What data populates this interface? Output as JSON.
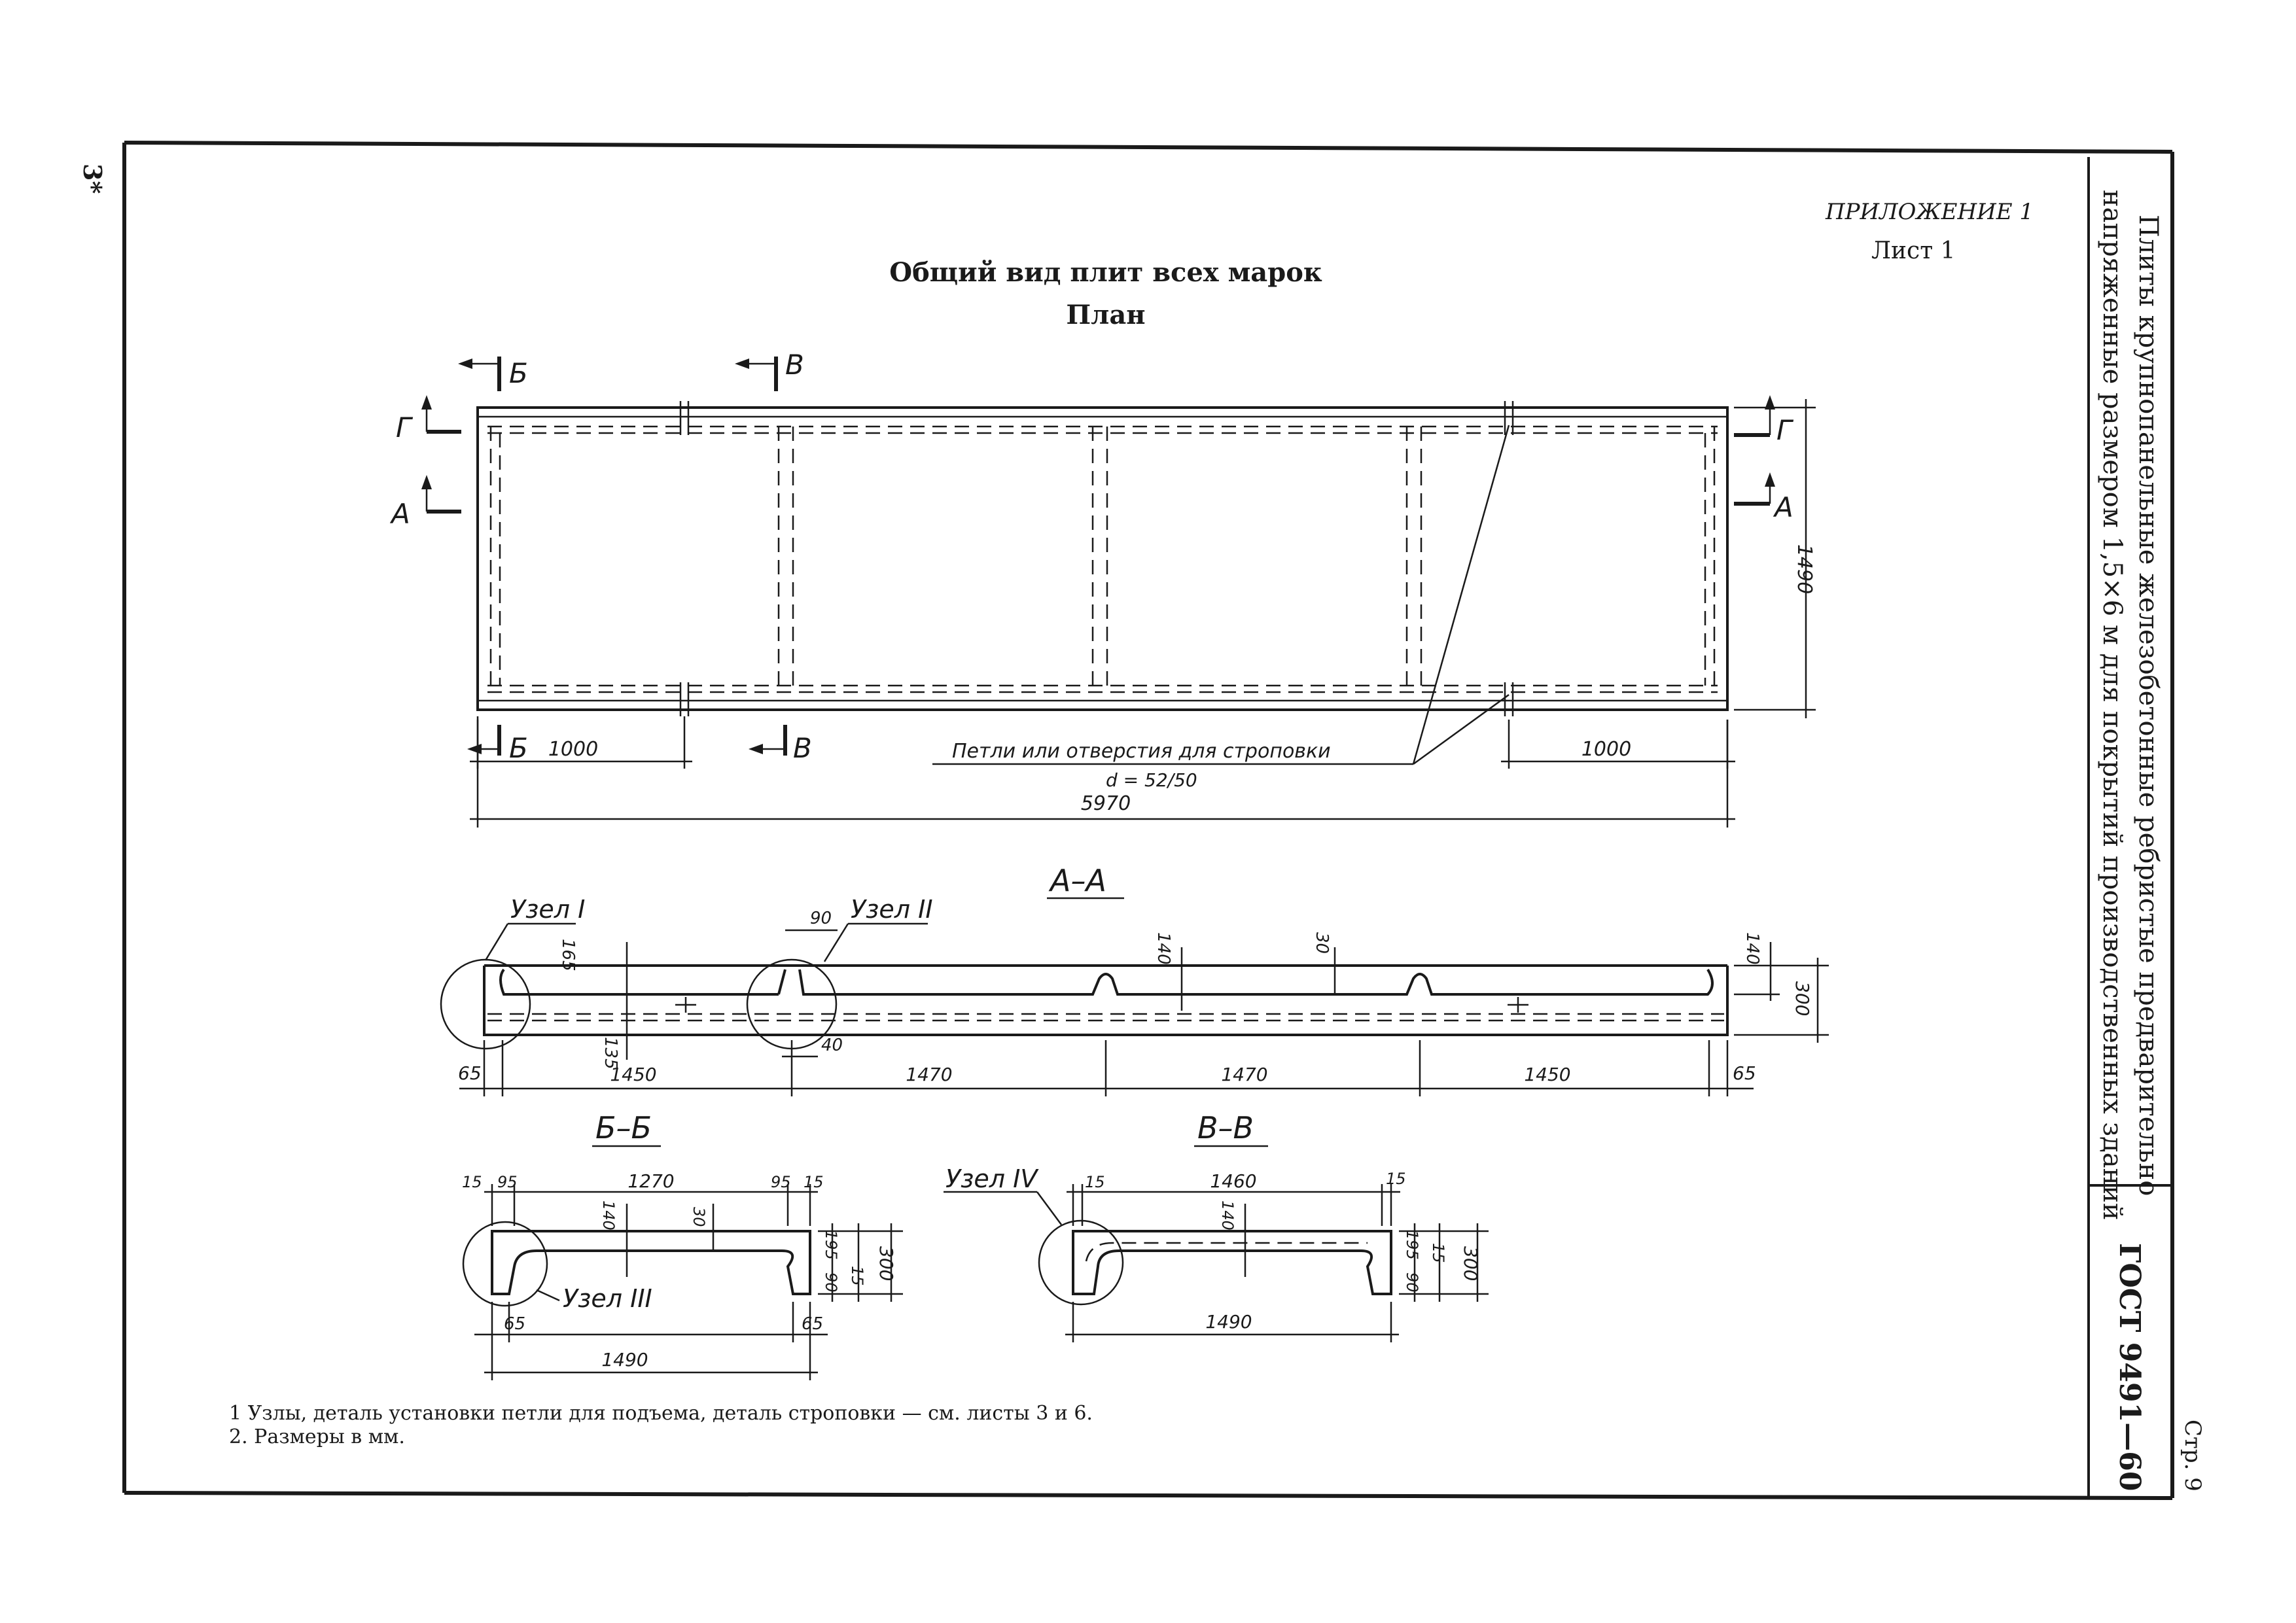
{
  "page_marker": "3*",
  "appendix": {
    "title": "ПРИЛОЖЕНИЕ 1",
    "sheet": "Лист 1"
  },
  "heading": {
    "line1": "Общий вид плит всех марок",
    "line2": "План"
  },
  "side_title": {
    "line1": "Плиты крупнопанельные железобетонные ребристые предварительно",
    "line2": "напряженные размером 1,5×6 м для покрытий производственных зданий"
  },
  "standard": "ГОСТ 9491—60",
  "page_number": "Стр. 9",
  "section_marks": {
    "b": "Б",
    "v": "В",
    "g": "Г",
    "a": "А"
  },
  "plan": {
    "width_dim": "1490",
    "dim_left": "1000",
    "dim_right": "1000",
    "total_length": "5970",
    "callout_text": "Петли или отверстия для строповки",
    "callout_sub": "d = 52/50"
  },
  "section_aa": {
    "title": "А–А",
    "node1": "Узел I",
    "node2": "Узел II",
    "dims": {
      "d90": "90",
      "d165": "165",
      "d135": "135",
      "d40": "40",
      "d140a": "140",
      "d30": "30",
      "d140b": "140",
      "d300": "300",
      "end_left": "65",
      "end_right": "65",
      "span1": "1450",
      "span2": "1470",
      "span3": "1470",
      "span4": "1450"
    }
  },
  "section_bb": {
    "title": "Б–Б",
    "node": "Узел III",
    "dims": {
      "d15a": "15",
      "d95a": "95",
      "d1270": "1270",
      "d95b": "95",
      "d15b": "15",
      "d140": "140",
      "d30": "30",
      "d195": "195",
      "d300": "300",
      "d90": "90",
      "d15c": "15",
      "d65a": "65",
      "d65b": "65",
      "d1490": "1490"
    }
  },
  "section_vv": {
    "title": "В–В",
    "node": "Узел IV",
    "dims": {
      "d15a": "15",
      "d1460": "1460",
      "d15b": "15",
      "d140": "140",
      "d195": "195",
      "d15c": "15",
      "d300": "300",
      "d90": "90",
      "d1490": "1490"
    }
  },
  "notes": {
    "note1": "1 Узлы, деталь установки петли для подъема, деталь строповки — см. листы 3 и 6.",
    "note2": "2. Размеры в мм."
  }
}
